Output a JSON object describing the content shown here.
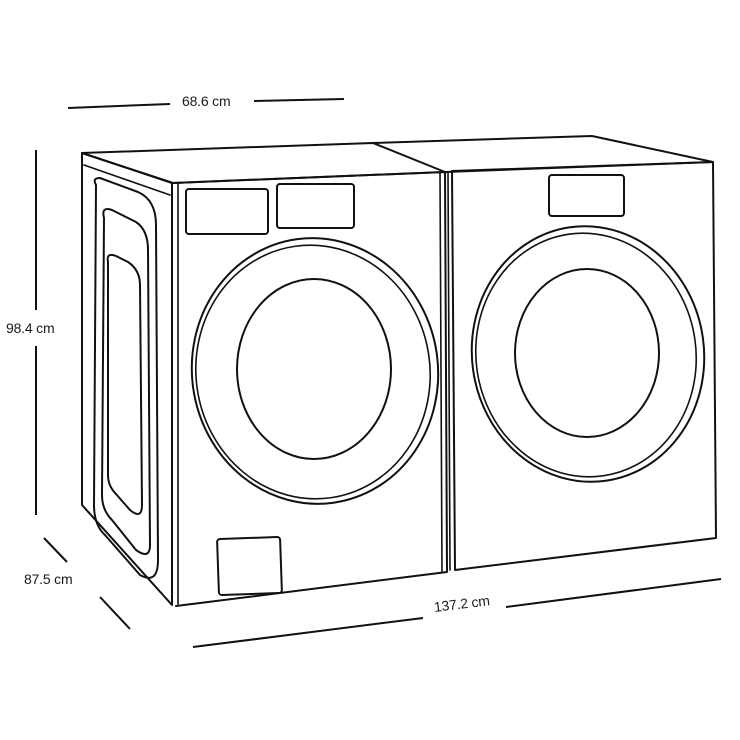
{
  "diagram": {
    "type": "product-dimension-line-drawing",
    "subject": "washer and dryer side by side",
    "colors": {
      "line": "#111111",
      "background": "#ffffff",
      "text": "#1a1a1a"
    },
    "dimensions": {
      "width_single": "68.6 cm",
      "height": "98.4 cm",
      "depth": "87.5 cm",
      "width_total": "137.2 cm"
    },
    "components": [
      {
        "name": "washer",
        "panels": [
          "control-panel-left",
          "control-panel-right",
          "filter-access-panel"
        ],
        "door": "round-door"
      },
      {
        "name": "dryer",
        "panels": [
          "control-panel"
        ],
        "door": "round-door"
      }
    ]
  }
}
